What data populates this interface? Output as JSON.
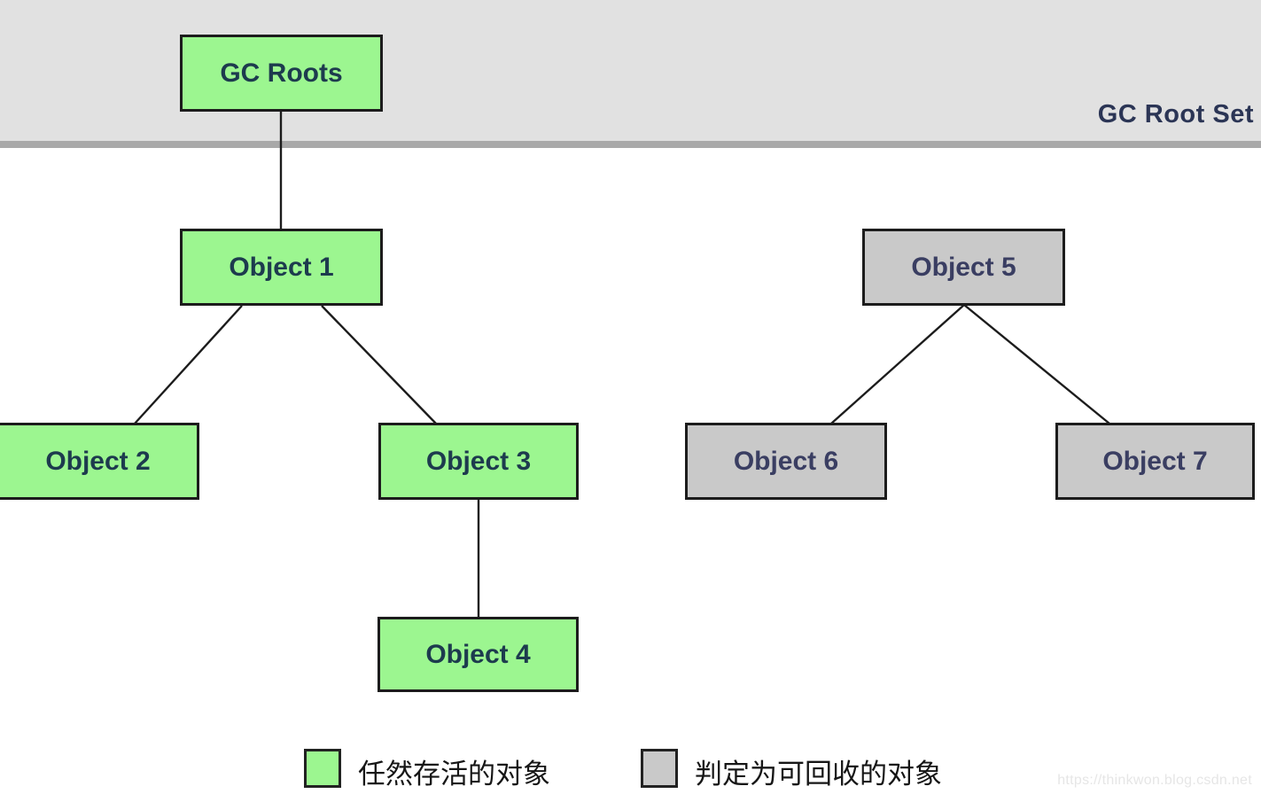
{
  "diagram": {
    "title": "GC Roots reachability diagram",
    "band": {
      "label": "GC Root Set"
    },
    "nodes": [
      {
        "id": "gc-roots",
        "label": "GC Roots",
        "status": "live"
      },
      {
        "id": "object-1",
        "label": "Object 1",
        "status": "live"
      },
      {
        "id": "object-2",
        "label": "Object 2",
        "status": "live"
      },
      {
        "id": "object-3",
        "label": "Object 3",
        "status": "live"
      },
      {
        "id": "object-4",
        "label": "Object 4",
        "status": "live"
      },
      {
        "id": "object-5",
        "label": "Object 5",
        "status": "collectable"
      },
      {
        "id": "object-6",
        "label": "Object 6",
        "status": "collectable"
      },
      {
        "id": "object-7",
        "label": "Object 7",
        "status": "collectable"
      }
    ],
    "edges": [
      {
        "from": "gc-roots",
        "to": "object-1"
      },
      {
        "from": "object-1",
        "to": "object-2"
      },
      {
        "from": "object-1",
        "to": "object-3"
      },
      {
        "from": "object-3",
        "to": "object-4"
      },
      {
        "from": "object-5",
        "to": "object-6"
      },
      {
        "from": "object-5",
        "to": "object-7"
      }
    ],
    "legend": [
      {
        "swatch": "live",
        "label": "任然存活的对象"
      },
      {
        "swatch": "collectable",
        "label": "判定为可回收的对象"
      }
    ],
    "colors": {
      "live_fill": "#9cf690",
      "collectable_fill": "#c9c9c9",
      "band_background": "#e1e1e1",
      "band_border": "#a9a9a9",
      "edge_line": "#1c1c1c",
      "live_text": "#1d3b4e",
      "collectable_text": "#3a3e62",
      "band_label_text": "#2b3555"
    },
    "watermark": "https://thinkwon.blog.csdn.net"
  }
}
